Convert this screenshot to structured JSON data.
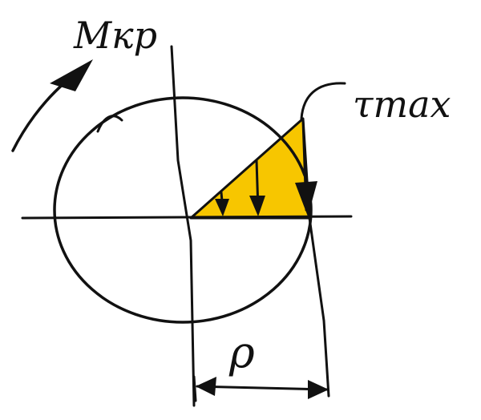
{
  "labels": {
    "torque": "Мкр",
    "tau_max": "τmax",
    "rho": "ρ"
  },
  "colors": {
    "ink": "#111111",
    "stress_fill": "#f7c600",
    "background": "#ffffff"
  }
}
